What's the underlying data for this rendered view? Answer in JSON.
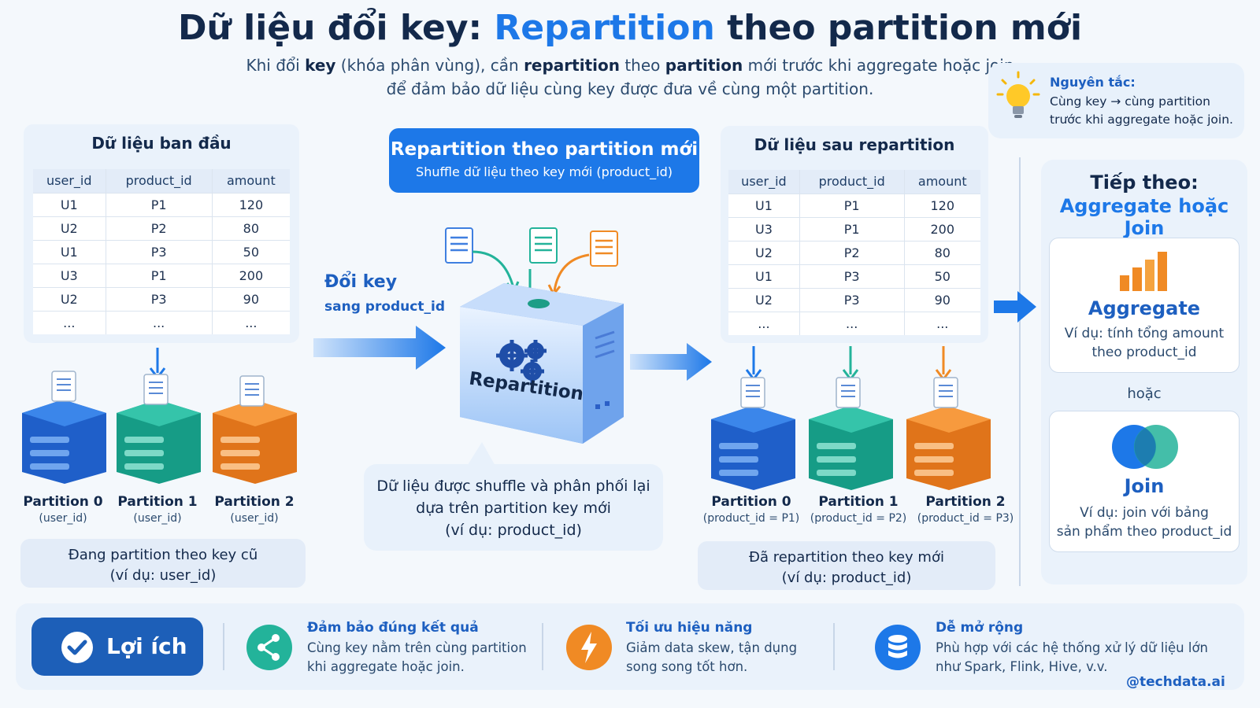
{
  "title": {
    "part1": "Dữ liệu đổi key: ",
    "part2": "Repartition",
    "part3": " theo partition mới"
  },
  "subtitle": {
    "line1_a": "Khi đổi ",
    "line1_b": "key",
    "line1_c": " (khóa phân vùng), cần ",
    "line1_d": "repartition",
    "line1_e": " theo ",
    "line1_f": "partition",
    "line1_g": " mới trước khi aggregate hoặc join",
    "line2": "để đảm bảo dữ liệu cùng key được đưa về cùng một partition."
  },
  "tip": {
    "title": "Nguyên tắc:",
    "line1": "Cùng key → cùng partition",
    "line2": "trước khi aggregate hoặc join."
  },
  "initial": {
    "title": "Dữ liệu ban đầu",
    "headers": [
      "user_id",
      "product_id",
      "amount"
    ],
    "rows": [
      [
        "U1",
        "P1",
        "120"
      ],
      [
        "U2",
        "P2",
        "80"
      ],
      [
        "U1",
        "P3",
        "50"
      ],
      [
        "U3",
        "P1",
        "200"
      ],
      [
        "U2",
        "P3",
        "90"
      ],
      [
        "...",
        "...",
        "..."
      ]
    ],
    "partitions": [
      {
        "label": "Partition 0",
        "sub": "(user_id)"
      },
      {
        "label": "Partition 1",
        "sub": "(user_id)"
      },
      {
        "label": "Partition 2",
        "sub": "(user_id)"
      }
    ],
    "note_line1": "Đang partition theo key cũ",
    "note_line2": "(ví dụ: user_id)"
  },
  "repartition": {
    "box_title": "Repartition theo partition mới",
    "box_sub": "Shuffle dữ liệu theo key mới (product_id)",
    "change_key": "Đổi key",
    "change_key_sub": "sang product_id",
    "engine_label": "Repartition",
    "bubble_line1": "Dữ liệu được shuffle và phân phối lại",
    "bubble_line2": "dựa trên partition key mới",
    "bubble_line3": "(ví dụ: product_id)"
  },
  "after": {
    "title": "Dữ liệu sau repartition",
    "headers": [
      "user_id",
      "product_id",
      "amount"
    ],
    "rows": [
      [
        "U1",
        "P1",
        "120"
      ],
      [
        "U3",
        "P1",
        "200"
      ],
      [
        "U2",
        "P2",
        "80"
      ],
      [
        "U1",
        "P3",
        "50"
      ],
      [
        "U2",
        "P3",
        "90"
      ],
      [
        "...",
        "...",
        "..."
      ]
    ],
    "partitions": [
      {
        "label": "Partition 0",
        "sub": "(product_id = P1)"
      },
      {
        "label": "Partition 1",
        "sub": "(product_id = P2)"
      },
      {
        "label": "Partition 2",
        "sub": "(product_id = P3)"
      }
    ],
    "note_line1": "Đã repartition theo key mới",
    "note_line2": "(ví dụ: product_id)"
  },
  "next": {
    "title1": "Tiếp theo:",
    "title2": "Aggregate hoặc Join",
    "aggregate_title": "Aggregate",
    "aggregate_line1": "Ví dụ: tính tổng amount",
    "aggregate_line2": "theo product_id",
    "or": "hoặc",
    "join_title": "Join",
    "join_line1": "Ví dụ: join với bảng",
    "join_line2": "sản phẩm theo product_id"
  },
  "footer": {
    "benefit_label": "Lợi ích",
    "features": [
      {
        "title": "Đảm bảo đúng kết quả",
        "line1": "Cùng key nằm trên cùng partition",
        "line2": "khi aggregate hoặc join.",
        "icon": "share-icon"
      },
      {
        "title": "Tối ưu hiệu năng",
        "line1": "Giảm data skew, tận dụng",
        "line2": "song song tốt hơn.",
        "icon": "lightning-icon"
      },
      {
        "title": "Dễ mở rộng",
        "line1": "Phù hợp với các hệ thống xử lý dữ liệu lớn",
        "line2": "như Spark, Flink, Hive, v.v.",
        "icon": "database-icon"
      }
    ],
    "handle": "@techdata.ai"
  },
  "colors": {
    "blue": "#1d78e8",
    "teal": "#23b39a",
    "orange": "#f08a24",
    "navy": "#13294b"
  }
}
